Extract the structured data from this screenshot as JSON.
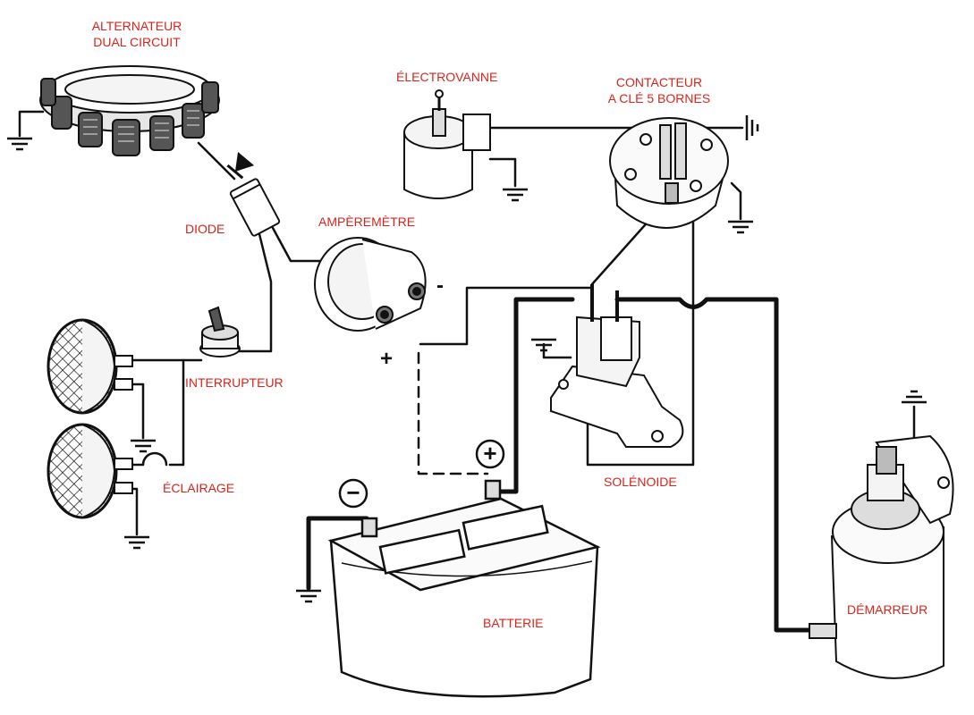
{
  "colors": {
    "label": "#d9241c",
    "ink": "#111111",
    "paper": "#ffffff",
    "component_fill": "#f2f2f2",
    "component_shade": "#bdbdbd"
  },
  "labels": {
    "alternator_line1": "ALTERNATEUR",
    "alternator_line2": "DUAL CIRCUIT",
    "diode": "DIODE",
    "ammeter": "AMPÈREMÈTRE",
    "solenoid_valve": "ÉLECTROVANNE",
    "key_switch_line1": "CONTACTEUR",
    "key_switch_line2": "A CLÉ 5 BORNES",
    "toggle_switch": "INTERRUPTEUR",
    "lighting": "ÉCLAIRAGE",
    "solenoid": "SOLÉNOIDE",
    "battery": "BATTERIE",
    "starter": "DÉMARREUR"
  },
  "signs": {
    "ammeter_negative": "-",
    "ammeter_positive": "+",
    "battery_positive": "+",
    "battery_negative": "−"
  },
  "icons": {
    "ground": "ground-icon",
    "diode": "diode-icon",
    "headlight": "headlight-icon",
    "toggle": "toggle-switch-icon"
  }
}
